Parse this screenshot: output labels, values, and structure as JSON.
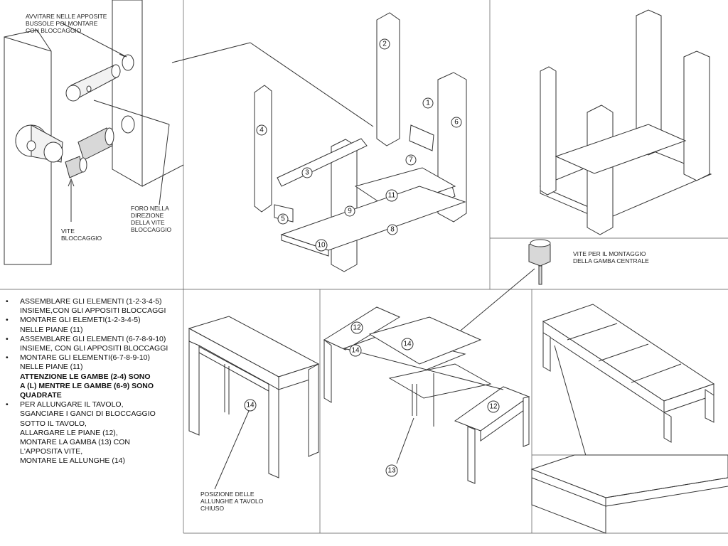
{
  "callouts": {
    "screw_into_bushings": "AVVITARE NELLE APPOSITE\nBUSSOLE POI MONTARE\nCON BLOCCAGGIO",
    "hole_direction": "FORO NELLA\nDIREZIONE\nDELLA VITE\n BLOCCAGGIO",
    "locking_screw": "VITE\n  BLOCCAGGIO",
    "center_leg_screw": "VITE PER IL MONTAGGIO\nDELLA GAMBA CENTRALE",
    "leaves_position": "POSIZIONE DELLE\nALLUNGHE A TAVOLO\nCHIUSO"
  },
  "part_numbers": {
    "p1": "1",
    "p2": "2",
    "p3": "3",
    "p4": "4",
    "p5": "5",
    "p6": "6",
    "p7": "7",
    "p8": "8",
    "p9": "9",
    "p10": "10",
    "p11": "11",
    "p12a": "12",
    "p12b": "12",
    "p13": "13",
    "p14a": "14",
    "p14b": "14",
    "p14c": "14"
  },
  "instructions": {
    "bullet": "•",
    "step1": "ASSEMBLARE GLI ELEMENTI (1-2-3-4-5)\nINSIEME,CON GLI APPOSITI BLOCCAGGI",
    "step2": "MONTARE GLI ELEMETI(1-2-3-4-5)\nNELLE PIANE (11)",
    "step3": "ASSEMBLARE GLI ELEMENTI (6-7-8-9-10)\nINSIEME, CON GLI APPOSITI BLOCCAGGI",
    "step4": "MONTARE GLI ELEMENTI(6-7-8-9-10)\nNELLE PIANE (11)",
    "warning": "ATTENZIONE LE GAMBE (2-4) SONO\nA  (L) MENTRE LE GAMBE (6-9) SONO\nQUADRATE",
    "step5": "PER ALLUNGARE IL TAVOLO,\nSGANCIARE I GANCI DI BLOCCAGGIO\nSOTTO IL TAVOLO,\nALLARGARE LE PIANE (12),\nMONTARE LA GAMBA (13) CON\nL'APPOSITA VITE,\nMONTARE LE ALLUNGHE (14)"
  }
}
